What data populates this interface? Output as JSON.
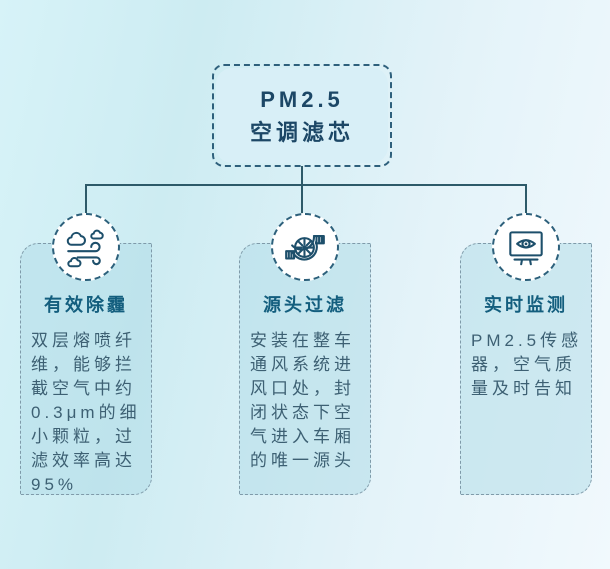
{
  "title": {
    "line1": "PM2.5",
    "line2": "空调滤芯"
  },
  "features": [
    {
      "icon": "haze-wind-icon",
      "header": "有效除霾",
      "body": "双层熔喷纤维，能够拦截空气中约0.3μm的细小颗粒，过滤效率高达95%"
    },
    {
      "icon": "turbo-fan-icon",
      "header": "源头过滤",
      "body": "安装在整车通风系统进风口处，封闭状态下空气进入车厢的唯一源头"
    },
    {
      "icon": "monitor-eye-icon",
      "header": "实时监测",
      "body": "PM2.5传感器，空气质量及时告知"
    }
  ],
  "colors": {
    "ink": "#1d4f6b",
    "header_text": "#135e7e",
    "body_text": "#3d6073",
    "connector": "#2d5a69",
    "card_fill": "#cfe9f0",
    "background_left": "#d2eff5",
    "background_right": "#eff8fd"
  }
}
